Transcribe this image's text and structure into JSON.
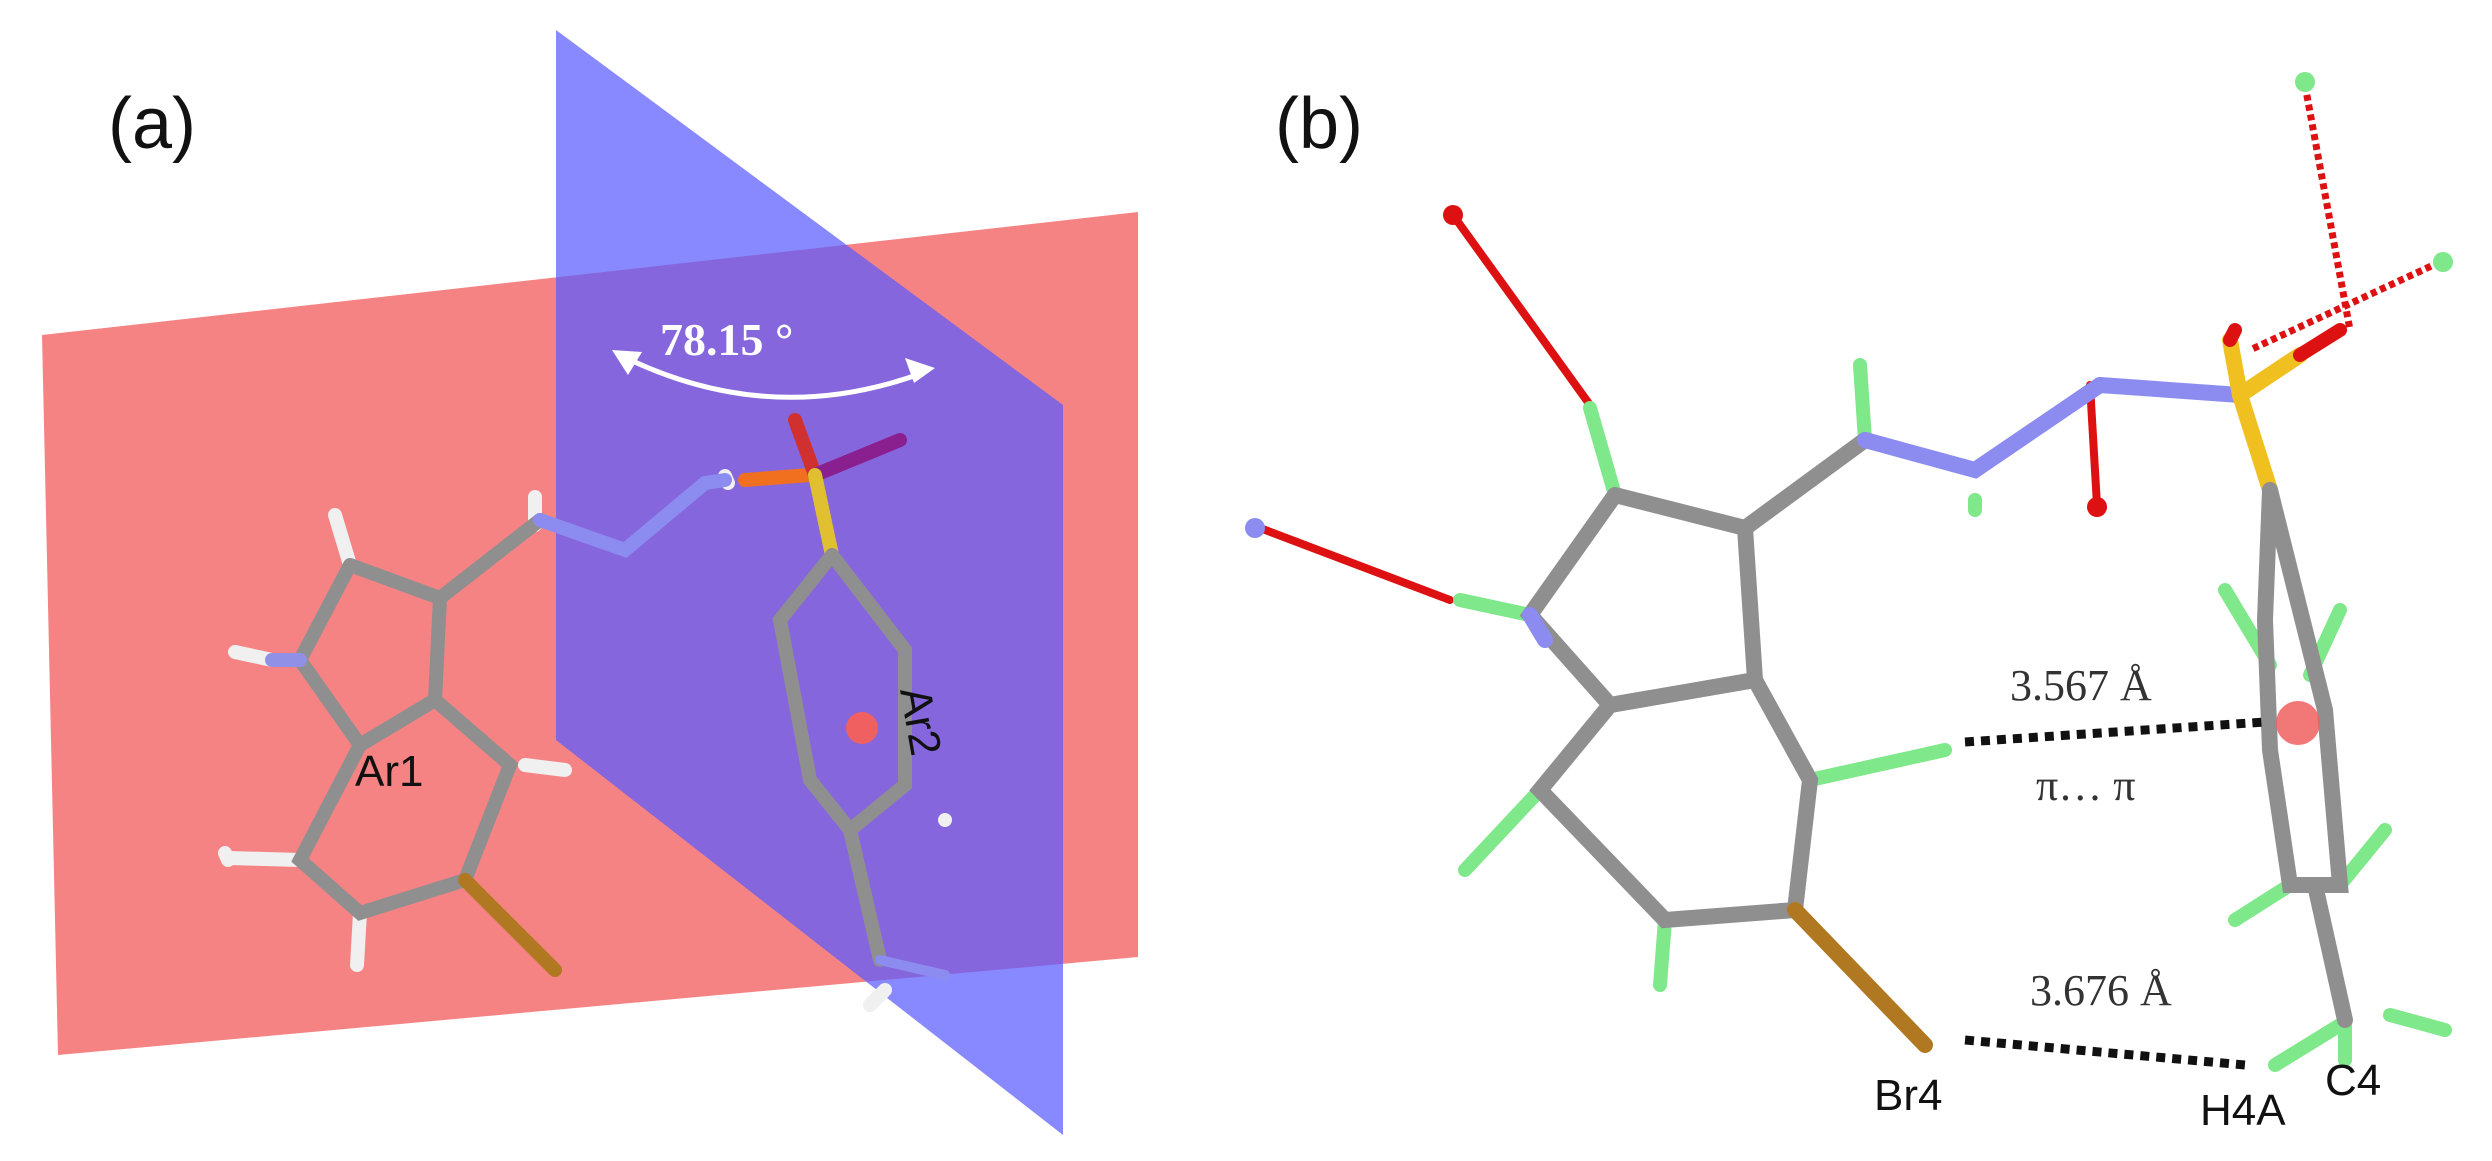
{
  "panels": {
    "a": {
      "label": "(a)",
      "angle": "78.15 °",
      "ring_labels": [
        "Ar1",
        "Ar2"
      ]
    },
    "b": {
      "label": "(b)",
      "distances": [
        "3.567 Å",
        "3.676 Å"
      ],
      "interaction": "π… π",
      "atom_labels": [
        "Br4",
        "H4A",
        "C4"
      ]
    }
  },
  "colors": {
    "plane_red": "#f56d6d",
    "plane_blue": "#5a5cff",
    "carbon": "#8f8f8f",
    "nitrogen": "#8c8cf0",
    "oxygen": "#dd1111",
    "sulfur": "#f0c020",
    "bromine": "#b07820",
    "hydrogen_a": "#f2f2f2",
    "hydrogen_b": "#7ee88a",
    "centroid": "#f06060",
    "contact": "#111111"
  },
  "icons": [
    "angle-arrow-icon",
    "centroid-icon"
  ]
}
